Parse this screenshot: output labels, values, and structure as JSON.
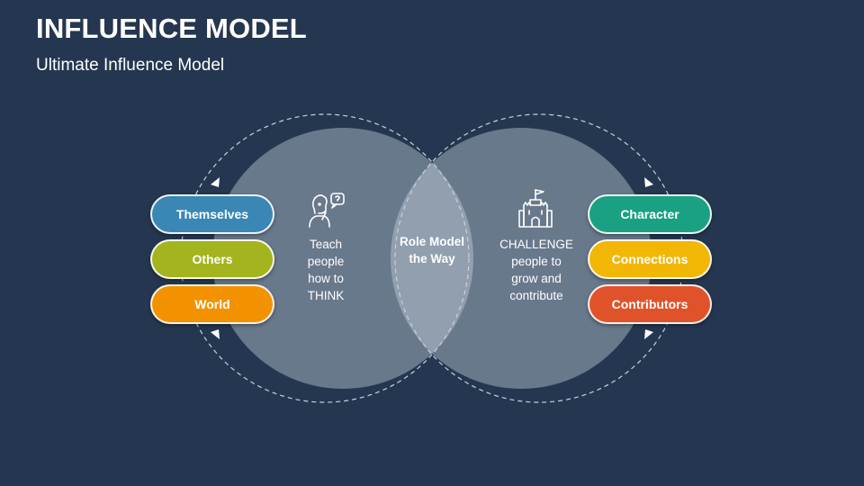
{
  "header": {
    "title": "INFLUENCE MODEL",
    "subtitle": "Ultimate Influence Model"
  },
  "left_pills": [
    {
      "label": "Themselves",
      "color": "#3A87B5"
    },
    {
      "label": "Others",
      "color": "#A3B41E"
    },
    {
      "label": "World",
      "color": "#F39200"
    }
  ],
  "right_pills": [
    {
      "label": "Character",
      "color": "#1AA082"
    },
    {
      "label": "Connections",
      "color": "#F2B705"
    },
    {
      "label": "Contributors",
      "color": "#E0532A"
    }
  ],
  "circles": {
    "left_text": "Teach people how to THINK",
    "center_text": "Role Model the Way",
    "right_text": "CHALLENGE people to grow and contribute",
    "left_icon": "thinking-person-icon",
    "right_icon": "castle-icon"
  }
}
